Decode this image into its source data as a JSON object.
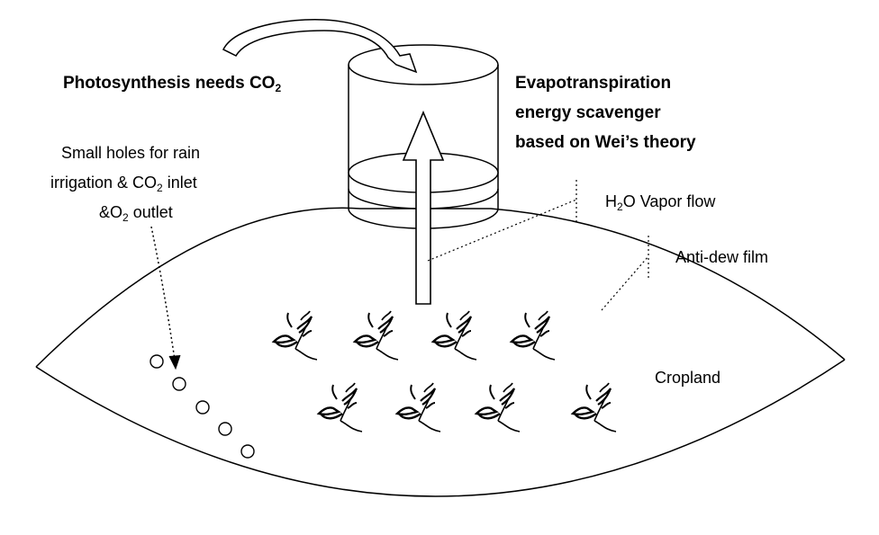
{
  "labels": {
    "photosynthesis": {
      "main": "Photosynthesis needs CO",
      "sub": "2"
    },
    "evap_line1": "Evapotranspiration",
    "evap_line2": "energy scavenger",
    "evap_line3": "based on Wei’s theory",
    "holes_line1": "Small holes for rain",
    "holes_line2_pre": "irrigation & CO",
    "holes_line2_sub": "2",
    "holes_line2_post": " inlet",
    "holes_line3_pre": "&O",
    "holes_line3_sub": "2",
    "holes_line3_post": " outlet",
    "vapor_pre": "H",
    "vapor_sub": "2",
    "vapor_post": "O Vapor flow",
    "antidew": "Anti-dew film",
    "cropland": "Cropland"
  },
  "components": {
    "cylinder": "evapotranspiration-cylinder",
    "dome": "anti-dew-film-dome",
    "plants": 8,
    "holes": 5
  },
  "colors": {
    "stroke": "#000000",
    "background": "#ffffff"
  }
}
